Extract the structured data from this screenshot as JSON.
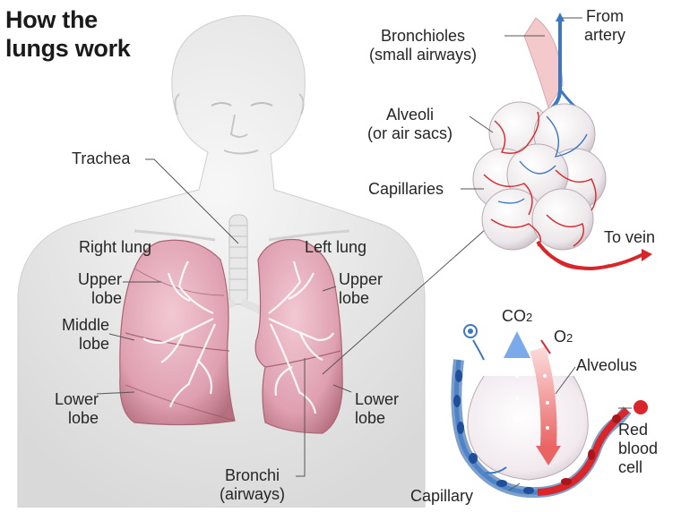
{
  "title": {
    "line1": "How the",
    "line2": "lungs work"
  },
  "labels": {
    "bronchioles": "Bronchioles",
    "bronchioles_sub": "(small airways)",
    "from": "From",
    "artery": "artery",
    "alveoli": "Alveoli",
    "alveoli_sub": "(or air sacs)",
    "capillaries": "Capillaries",
    "to_vein": "To vein",
    "trachea": "Trachea",
    "right_lung": "Right lung",
    "left_lung": "Left lung",
    "upper_r1": "Upper",
    "upper_r2": "lobe",
    "middle1": "Middle",
    "middle2": "lobe",
    "lower_r1": "Lower",
    "lower_r2": "lobe",
    "upper_l1": "Upper",
    "upper_l2": "lobe",
    "lower_l1": "Lower",
    "lower_l2": "lobe",
    "bronchi": "Bronchi",
    "bronchi_sub": "(airways)",
    "co2": "CO",
    "co2_sub": "2",
    "o2": "O",
    "o2_sub": "2",
    "alveolus": "Alveolus",
    "rbc1": "Red",
    "rbc2": "blood",
    "rbc3": "cell",
    "capillary": "Capillary"
  },
  "colors": {
    "skin": "#ececec",
    "lung": "#e4a9b8",
    "lung_dark": "#a8606f",
    "vein_blue": "#3b78c4",
    "artery_red": "#d8262b",
    "co2_arrow": "#8fb8ee",
    "o2_arrow": "#f08a8a"
  }
}
